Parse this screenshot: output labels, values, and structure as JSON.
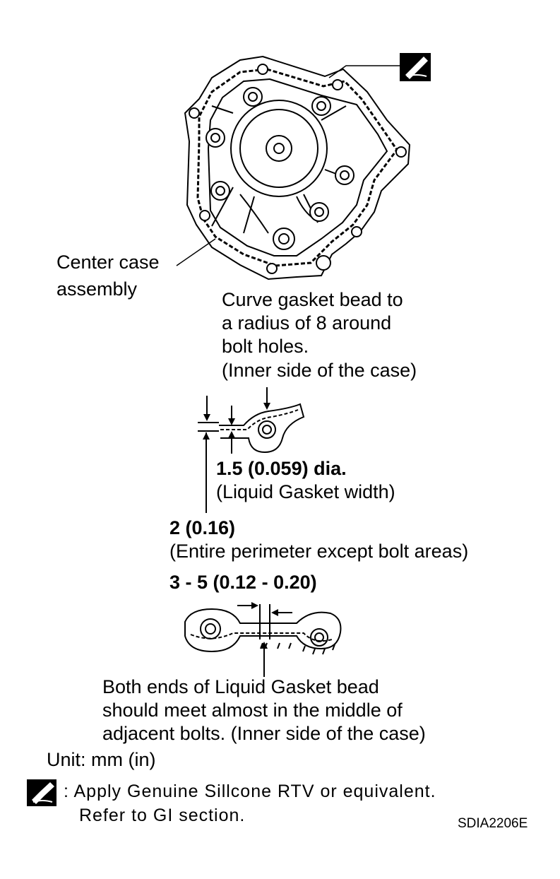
{
  "labels": {
    "center_case_1": "Center case",
    "center_case_2": "assembly",
    "curve_1": "Curve gasket bead to",
    "curve_2": "a radius of 8 around",
    "curve_3": "bolt holes.",
    "curve_4": "(Inner side of the case)",
    "dia_value": "1.5 (0.059) dia.",
    "dia_desc": "(Liquid Gasket width)",
    "perimeter_value": "2 (0.16)",
    "perimeter_desc": "(Entire perimeter except bolt areas)",
    "range_value": "3 - 5 (0.12 - 0.20)",
    "ends_1": "Both ends of Liquid Gasket bead",
    "ends_2": "should meet almost in the middle of",
    "ends_3": "adjacent bolts. (Inner side of the case)",
    "unit": "Unit: mm (in)",
    "legend_1": ": Apply Genuine Sillcone RTV or equivalent.",
    "legend_2": "Refer to GI section.",
    "figure_code": "SDIA2206E"
  },
  "icons": {
    "sealant": "sealant-applicator-icon"
  },
  "colors": {
    "ink": "#000000",
    "paper": "#ffffff"
  }
}
